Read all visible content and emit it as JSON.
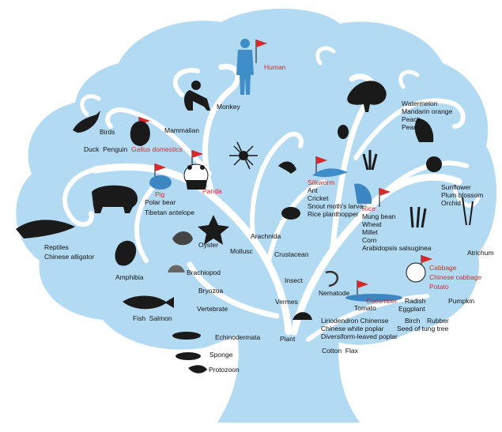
{
  "colors": {
    "canopy": "#b3daf3",
    "trunk": "#b3daf3",
    "branch": "#ffffff",
    "silhouette": "#1a1a1a",
    "highlight_text": "#d42a2a",
    "flag": "#d42a2a",
    "silkworm_blue": "#3f8ec9",
    "coral_blue": "#3d86c4"
  },
  "labels": {
    "human": "Human",
    "monkey": "Monkey",
    "mammalian": "Mammalian",
    "birds": "Birds",
    "duck_penguin": "Duck  Penguin",
    "gallus": "Gallus domestics",
    "pig": "Pig",
    "panda": "Panda",
    "polar_bear": "Polar bear",
    "tibetan_antelope": "Tibetan antelope",
    "reptiles": "Reptiles",
    "chinese_alligator": "Chinese alligator",
    "amphibia": "Amphibia",
    "oyster": "Oyster",
    "mollusc": "Mollusc",
    "brachiopod": "Brachiopod",
    "bryozoa": "Bryozoa",
    "vertebrate": "Vertebrate",
    "fish_salmon": "Fish  Salmon",
    "echinodermata": "Echinodermata",
    "sponge": "Sponge",
    "protozoon": "Protozoon",
    "arachnida": "Arachnida",
    "crustacean": "Crustacean",
    "silkworm": "Silkworm",
    "ant": "Ant",
    "cricket": "Cricket",
    "snout_moth": "Snout moth's larva",
    "rice_planthopper": "Rice planthopper",
    "insect": "Insect",
    "nematode": "Nematode",
    "vermes": "Vermes",
    "plant": "Plant",
    "watermelon": "Watermelon",
    "mandarin_orange": "Mandarin orange",
    "peach": "Peach",
    "pear": "Pear",
    "rice": "Rice",
    "mung_bean": "Mung bean",
    "wheat": "Wheat",
    "millet": "Millet",
    "corn": "Corn",
    "arabidopsis": "Arabidopsis salsuginea",
    "sunflower": "Sunflower",
    "plum_blossom": "Plum blossom",
    "orchid": "Orchid",
    "atrichum": "Atrichum",
    "cabbage": "Cabbage",
    "chinese_cabbage": "Chinese cabbage",
    "potato": "Potato",
    "cucumber": "Cucumber",
    "tomato": "Tomato",
    "radish": "Radish",
    "eggplant": "Eggplant",
    "pumpkin": "Pumpkin",
    "liriodendron": "Liriodendron Chinense",
    "birch": "Birch",
    "rubber": "Rubber",
    "chinese_white_poplar": "Chinese white poplar",
    "seed_tung": "Seed of tung tree",
    "diversiform_poplar": "Diversiform-leaved poplar",
    "cotton_flax": "Cotton  Flax"
  }
}
